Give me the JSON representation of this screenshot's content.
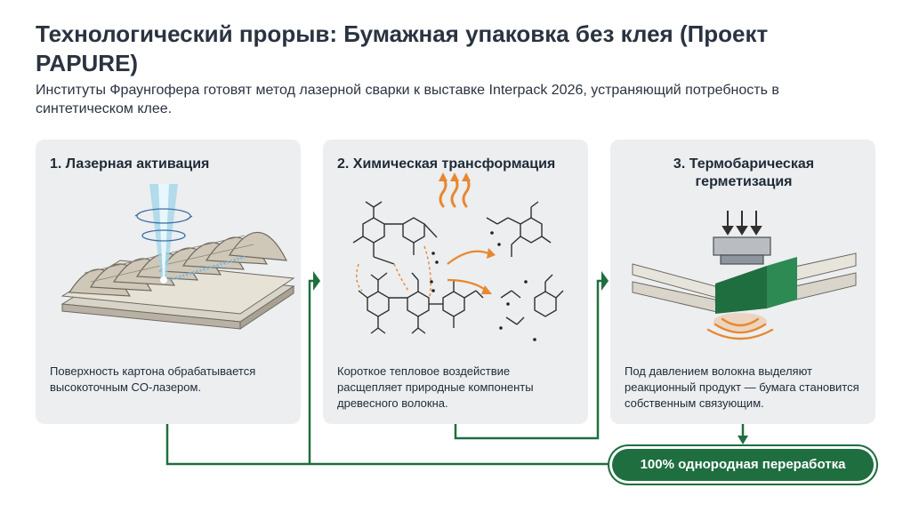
{
  "header": {
    "title": "Технологический прорыв: Бумажная упаковка без клея (Проект PAPURE)",
    "subtitle": "Институты Фраунгофера готовят метод лазерной сварки к выставке Interpack 2026, устраняющий потребность в синтетическом клее."
  },
  "steps": [
    {
      "title": "1. Лазерная активация",
      "description": "Поверхность картона обрабатывается высокоточным CO-лазером.",
      "icon": "laser-corrugated-cardboard-icon"
    },
    {
      "title": "2. Химическая трансформация",
      "description": "Короткое тепловое воздействие расщепляет природные компоненты древесного волокна.",
      "icon": "molecular-structure-icon"
    },
    {
      "title": "3. Термобарическая герметизация",
      "description": "Под давлением волокна выделяют реакционный продукт — бумага становится собственным связующим.",
      "icon": "heat-press-seal-icon"
    }
  ],
  "result": {
    "label": "100% однородная переработка"
  },
  "colors": {
    "accent_green": "#1f6e3f",
    "heat_orange": "#e8872e",
    "laser_blue": "#9fd4ea",
    "card_bg": "#eceef0"
  }
}
